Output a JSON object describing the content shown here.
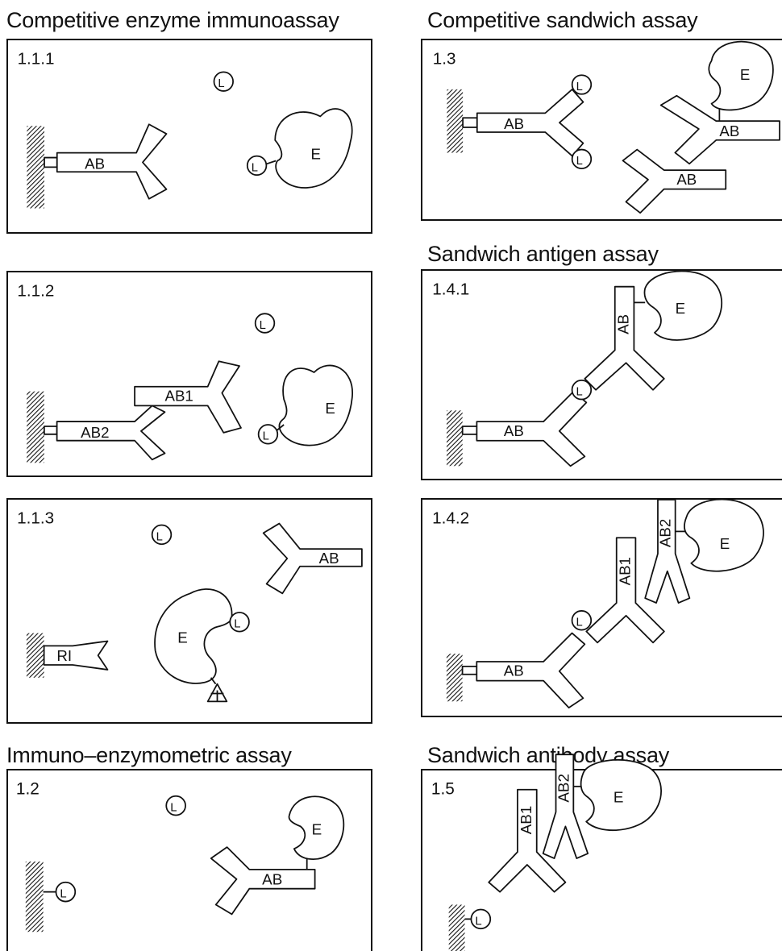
{
  "sections": {
    "competitive_enzyme": "Competitive enzyme immunoassay",
    "immuno_enzymometric": "Immuno–enzymometric assay",
    "competitive_sandwich": "Competitive sandwich assay",
    "sandwich_antigen": "Sandwich antigen assay",
    "sandwich_antibody": "Sandwich antibody assay"
  },
  "panels": {
    "p111": "1.1.1",
    "p112": "1.1.2",
    "p113": "1.1.3",
    "p12": "1.2",
    "p13": "1.3",
    "p141": "1.4.1",
    "p142": "1.4.2",
    "p15": "1.5"
  },
  "labels": {
    "ab": "AB",
    "ab1": "AB1",
    "ab2": "AB2",
    "enzyme": "E",
    "ligand": "L",
    "ri": "RI"
  }
}
